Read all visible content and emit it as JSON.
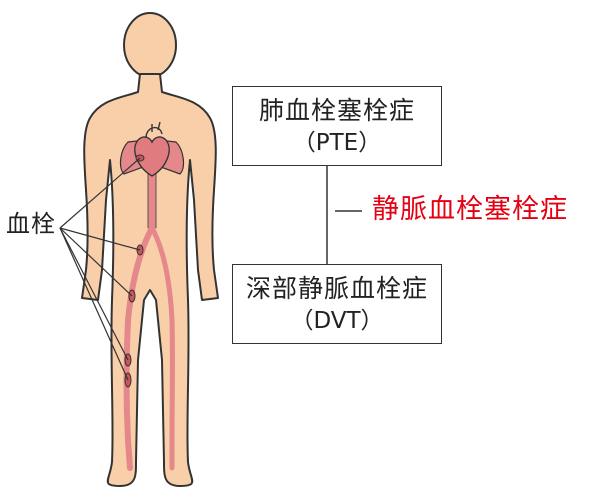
{
  "thrombus_label": "血栓",
  "pte_box": {
    "title": "肺血栓塞栓症",
    "abbr": "（PTE）"
  },
  "dvt_box": {
    "title": "深部静脈血栓症",
    "abbr": "（DVT）"
  },
  "vte_label": "静脈血栓塞栓症",
  "colors": {
    "skin": "#f9cfaa",
    "outline": "#333333",
    "vessel": "#e4888b",
    "heart": "#e07b7f",
    "vte_text": "#e50012"
  }
}
